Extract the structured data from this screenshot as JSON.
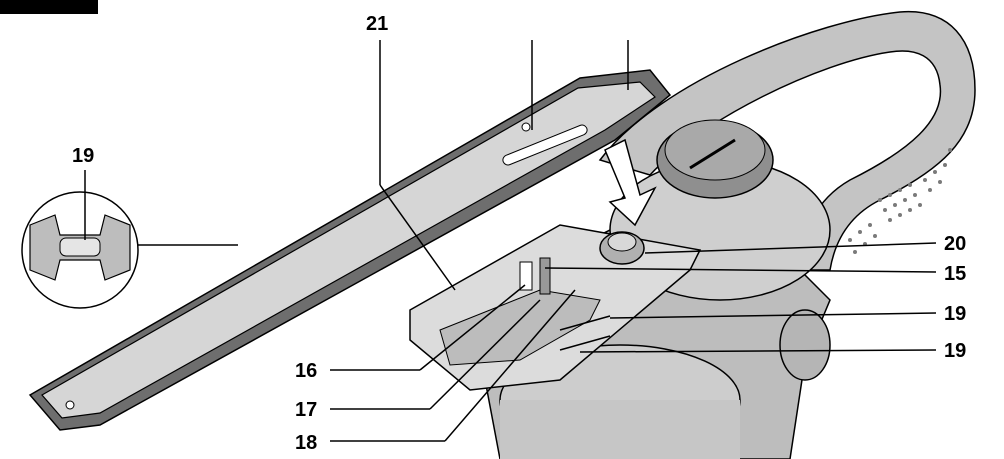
{
  "callouts": {
    "top": "21",
    "inset": "19",
    "right_1": "20",
    "right_2": "15",
    "right_3": "19",
    "right_4": "19",
    "left_1": "16",
    "left_2": "17",
    "left_3": "18"
  },
  "colors": {
    "line": "#000000",
    "housing": "#c9c9c9",
    "housing_dark": "#9a9a9a",
    "bar": "#d6d6d6",
    "chain": "#6e6e6e",
    "corner_tab": "#000000"
  },
  "icons": [
    "push-down-arrow-icon",
    "magnifier-inset"
  ]
}
